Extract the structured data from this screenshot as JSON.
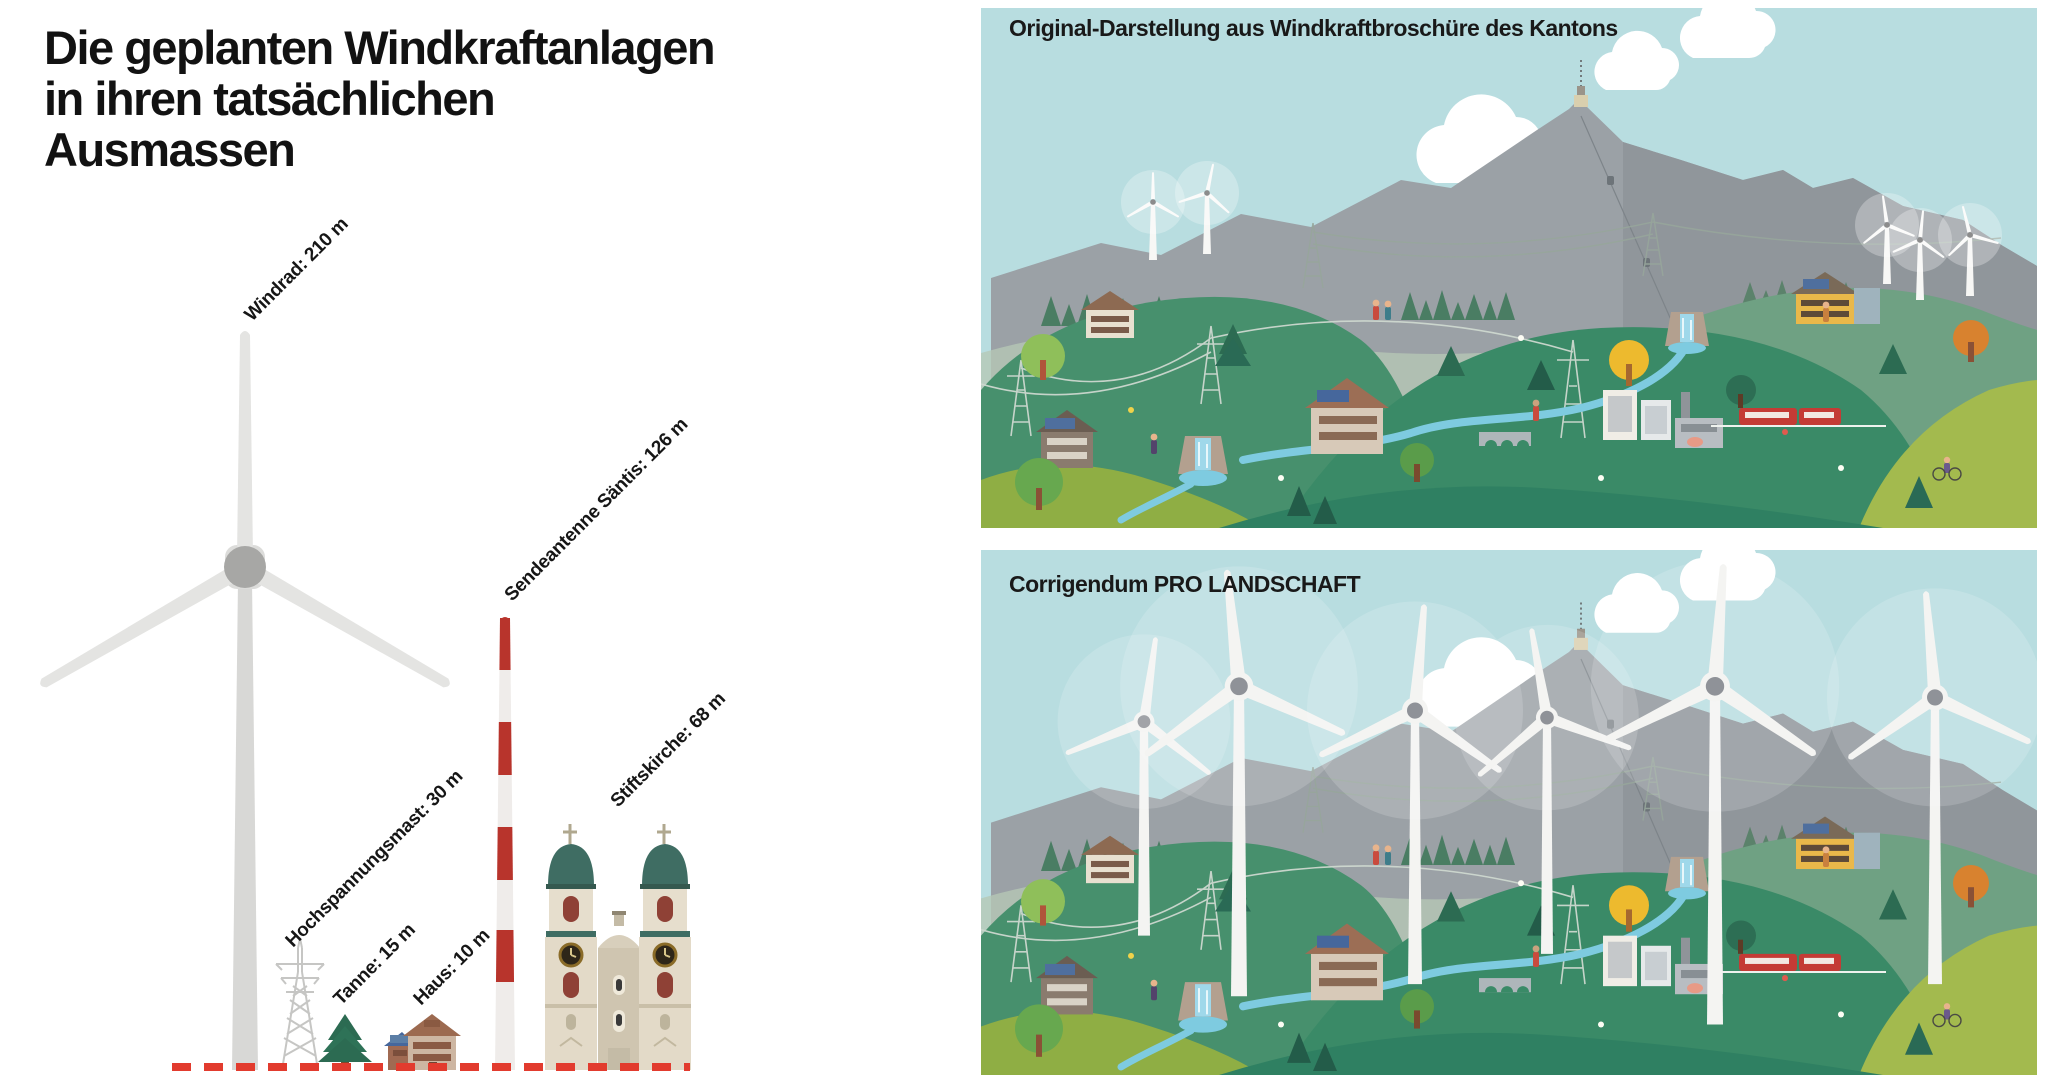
{
  "main_title": {
    "line1": "Die geplanten Windkraftanlagen",
    "line2": "in ihren tatsächlichen Ausmassen"
  },
  "comparison_chart": {
    "type": "pictorial-height-comparison",
    "unit": "m",
    "items": [
      {
        "id": "windrad",
        "label": "Windrad: 210 m",
        "height_m": 210
      },
      {
        "id": "sendeantenne-saentis",
        "label": "Sendeantenne Säntis: 126 m",
        "height_m": 126
      },
      {
        "id": "stiftskirche",
        "label": "Stiftskirche: 68 m",
        "height_m": 68
      },
      {
        "id": "hochspannungsmast",
        "label": "Hochspannungsmast: 30 m",
        "height_m": 30
      },
      {
        "id": "tanne",
        "label": "Tanne: 15 m",
        "height_m": 15
      },
      {
        "id": "haus",
        "label": "Haus: 10 m",
        "height_m": 10
      }
    ],
    "baseline_style": "red dashed line"
  },
  "panels": [
    {
      "id": "original",
      "title": "Original-Darstellung aus Windkraftbroschüre des Kantons",
      "turbine_style": "small",
      "turbine_count": 5
    },
    {
      "id": "corrigendum",
      "title": "Corrigendum PRO LANDSCHAFT",
      "turbine_style": "large",
      "turbine_count": 6
    }
  ],
  "colors": {
    "page_background": "#ffffff",
    "title_text": "#121212",
    "sky": "#b8dde0",
    "mountain_gray": "#9ba1a6",
    "mountain_gray_dark": "#8f959a",
    "hill_green": "#47906d",
    "hill_green_dark": "#3a8a67",
    "hill_yellow_green": "#a3ba4e",
    "forest_dark": "#2b5f4c",
    "turbine_white": "#f4f4f2",
    "diagram_gray_light": "#e3e3e1",
    "diagram_gray": "#d8d8d6",
    "antenna_red": "#b8342c",
    "baseline_red": "#e23b2e",
    "church_wall": "#e3dac8",
    "church_dome_teal": "#3f6d63",
    "stream_blue": "#7ecbe0"
  }
}
